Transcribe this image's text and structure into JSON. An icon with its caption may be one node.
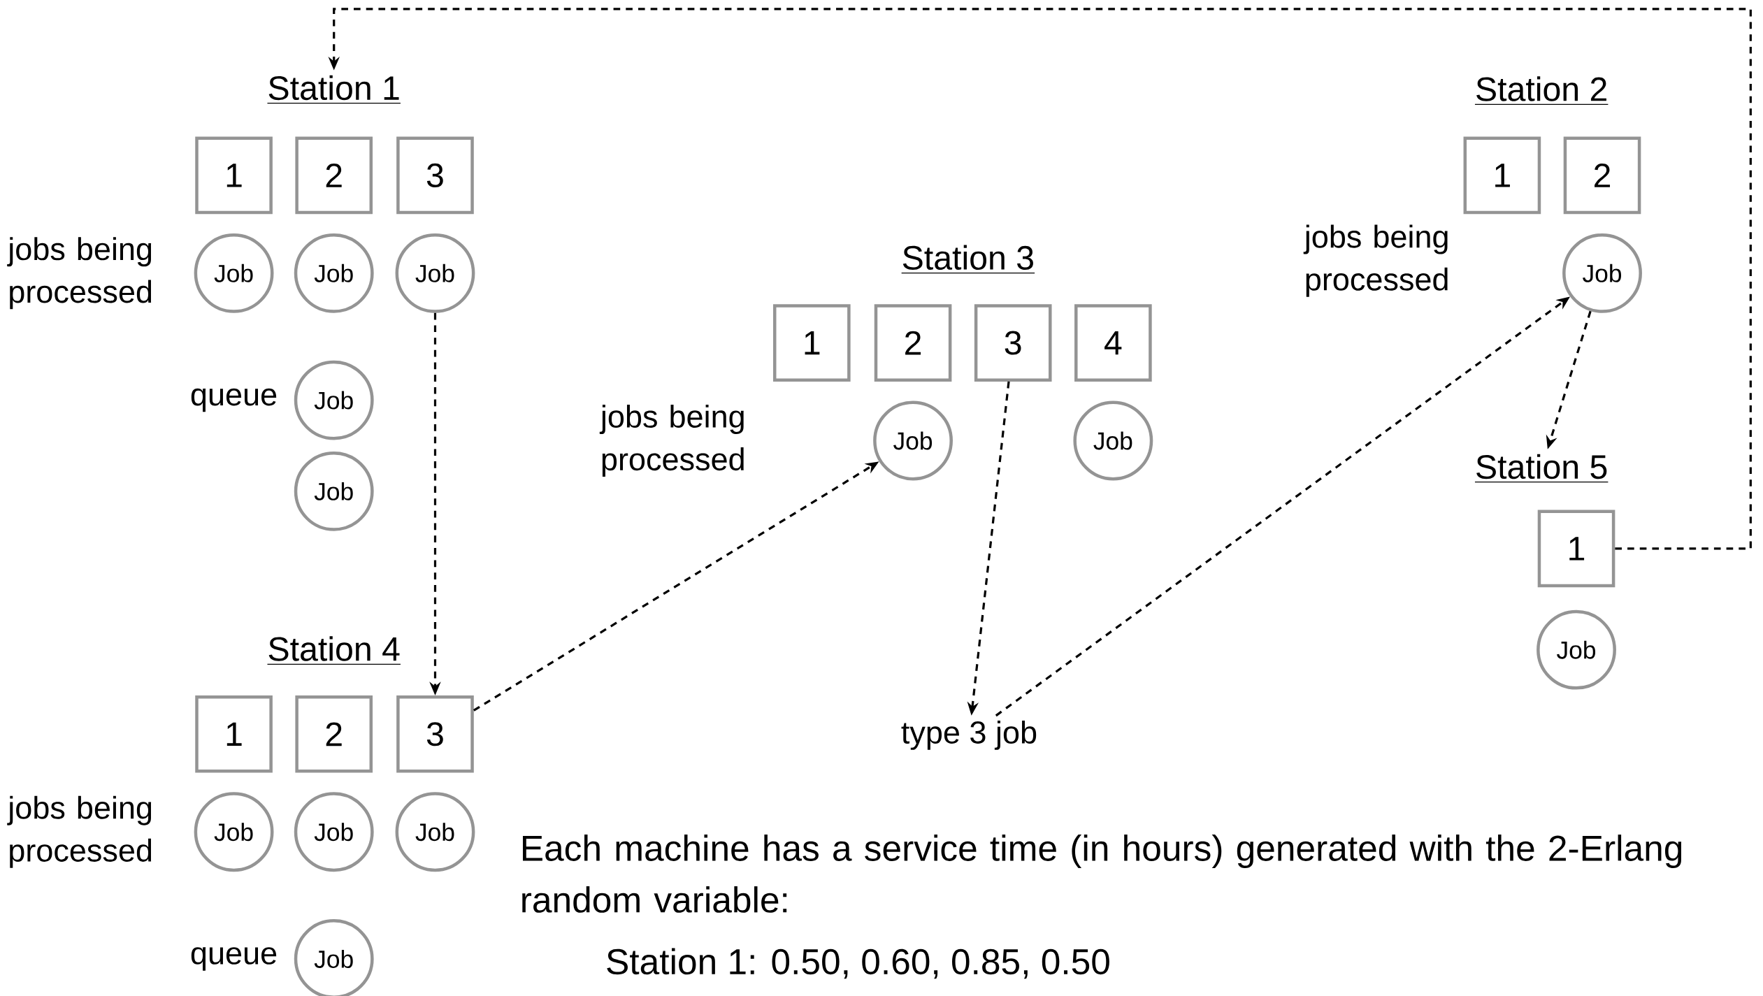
{
  "diagram": {
    "nodes": [
      {
        "text": [
          "Station 1"
        ]
      },
      {
        "text": [
          "1"
        ]
      },
      {
        "text": [
          "2"
        ]
      },
      {
        "text": [
          "3"
        ]
      },
      {
        "text": [
          "Job"
        ]
      },
      {
        "text": [
          "Job"
        ]
      },
      {
        "text": [
          "Job"
        ]
      },
      {
        "text": [
          "Job"
        ]
      },
      {
        "text": [
          "Job"
        ]
      },
      {
        "text": [
          "Station 2"
        ]
      },
      {
        "text": [
          "1"
        ]
      },
      {
        "text": [
          "2"
        ]
      },
      {
        "text": [
          "Job"
        ]
      },
      {
        "text": [
          "Station 3"
        ]
      },
      {
        "text": [
          "1"
        ]
      },
      {
        "text": [
          "2"
        ]
      },
      {
        "text": [
          "3"
        ]
      },
      {
        "text": [
          "4"
        ]
      },
      {
        "text": [
          "Job"
        ]
      },
      {
        "text": [
          "Job"
        ]
      },
      {
        "text": [
          "Station 5"
        ]
      },
      {
        "text": [
          "1"
        ]
      },
      {
        "text": [
          "Job"
        ]
      },
      {
        "text": [
          "Station 4"
        ]
      },
      {
        "text": [
          "1"
        ]
      },
      {
        "text": [
          "2"
        ]
      },
      {
        "text": [
          "3"
        ]
      },
      {
        "text": [
          "Job"
        ]
      },
      {
        "text": [
          "Job"
        ]
      },
      {
        "text": [
          "Job"
        ]
      },
      {
        "text": [
          "Job"
        ]
      },
      {
        "text": [
          "type 3 job"
        ]
      }
    ],
    "edges": [
      {
        "from": 21,
        "to": 0,
        "arrow": "to",
        "style": "dashed"
      },
      {
        "from": 6,
        "to": 26,
        "arrow": "to",
        "style": "dashed"
      },
      {
        "from": 26,
        "to": 18,
        "arrow": "to",
        "style": "dashed"
      },
      {
        "from": 16,
        "to": 31,
        "arrow": "to",
        "style": "dashed"
      },
      {
        "from": 31,
        "to": 12,
        "arrow": "to",
        "style": "dashed"
      },
      {
        "from": 12,
        "to": 20,
        "arrow": "to",
        "style": "dashed"
      }
    ],
    "labels": [
      "jobs being processed",
      "queue",
      "jobs being processed",
      "jobs being processed",
      "jobs being processed",
      "queue",
      "Each machine has a service time (in hours) generated with the 2-Erlang random variable:",
      "Station 1: 0.50, 0.60, 0.85, 0.50"
    ]
  }
}
